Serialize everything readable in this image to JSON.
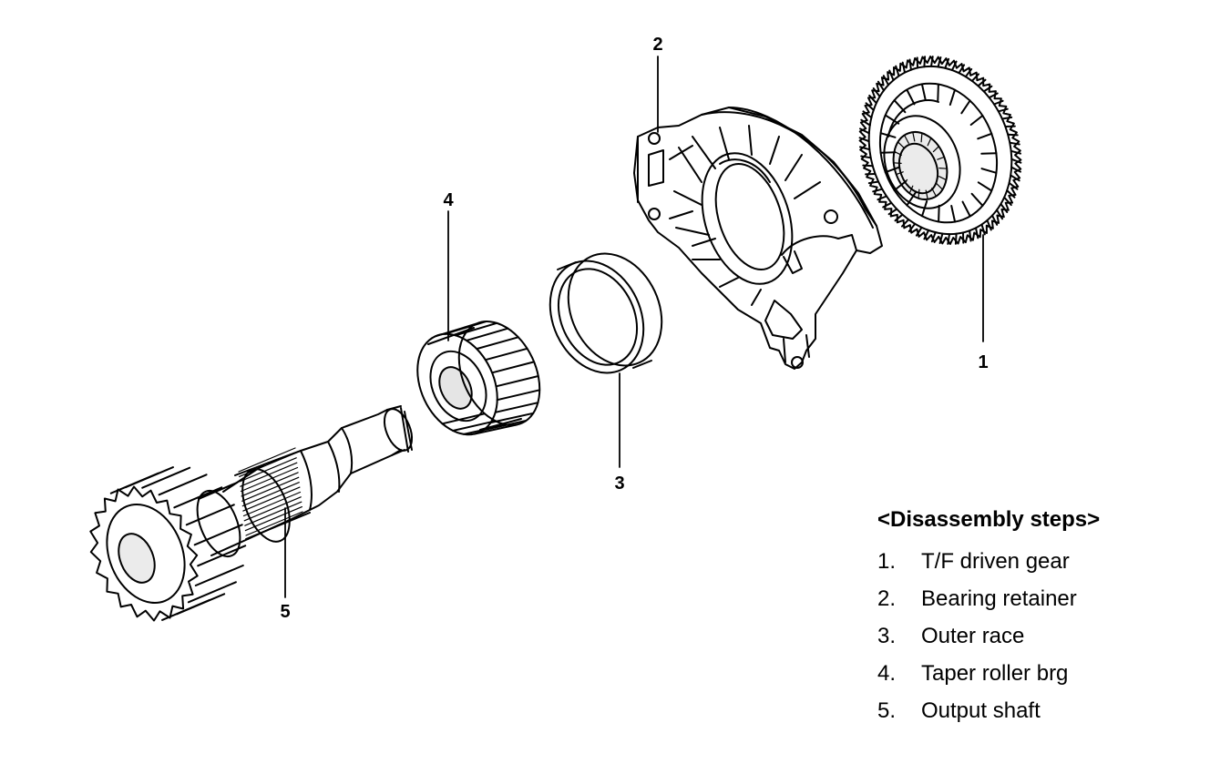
{
  "callouts": {
    "c1": "1",
    "c2": "2",
    "c3": "3",
    "c4": "4",
    "c5": "5"
  },
  "legend": {
    "heading": "<Disassembly steps>",
    "steps": [
      {
        "num": "1.",
        "label": "T/F driven gear"
      },
      {
        "num": "2.",
        "label": "Bearing retainer"
      },
      {
        "num": "3.",
        "label": "Outer race"
      },
      {
        "num": "4.",
        "label": "Taper roller brg"
      },
      {
        "num": "5.",
        "label": "Output shaft"
      }
    ]
  }
}
